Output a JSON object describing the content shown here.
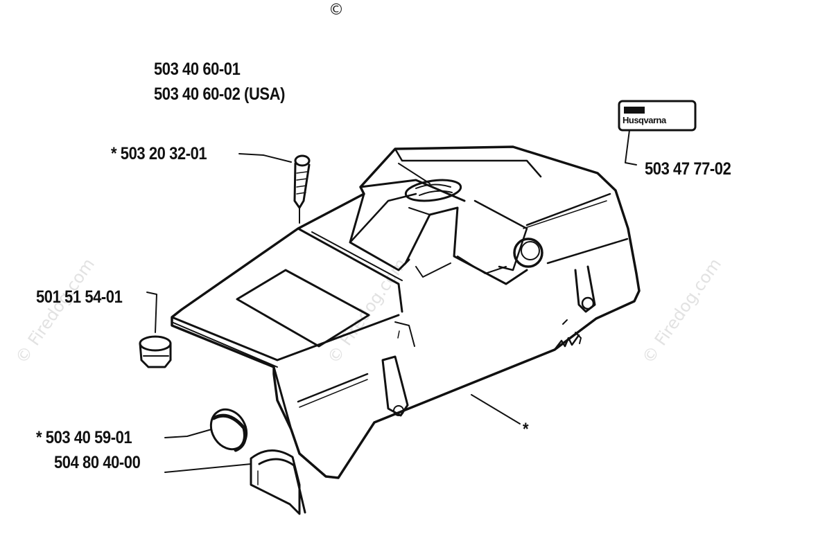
{
  "watermark": {
    "text": "© Firedog.com",
    "copyright_symbol": "©",
    "color": "#e2e2e2"
  },
  "assembly_numbers": [
    "503 40 60-01",
    "503 40 60-02 (USA)"
  ],
  "part_labels": {
    "screw": "* 503 20 32-01",
    "decal": "503 47 77-02",
    "plug": "501 51 54-01",
    "disc": "* 503 40 59-01",
    "cap": "504 80 40-00",
    "cover": "*"
  },
  "decal_text": "Husqvarna",
  "line_color": "#111111"
}
